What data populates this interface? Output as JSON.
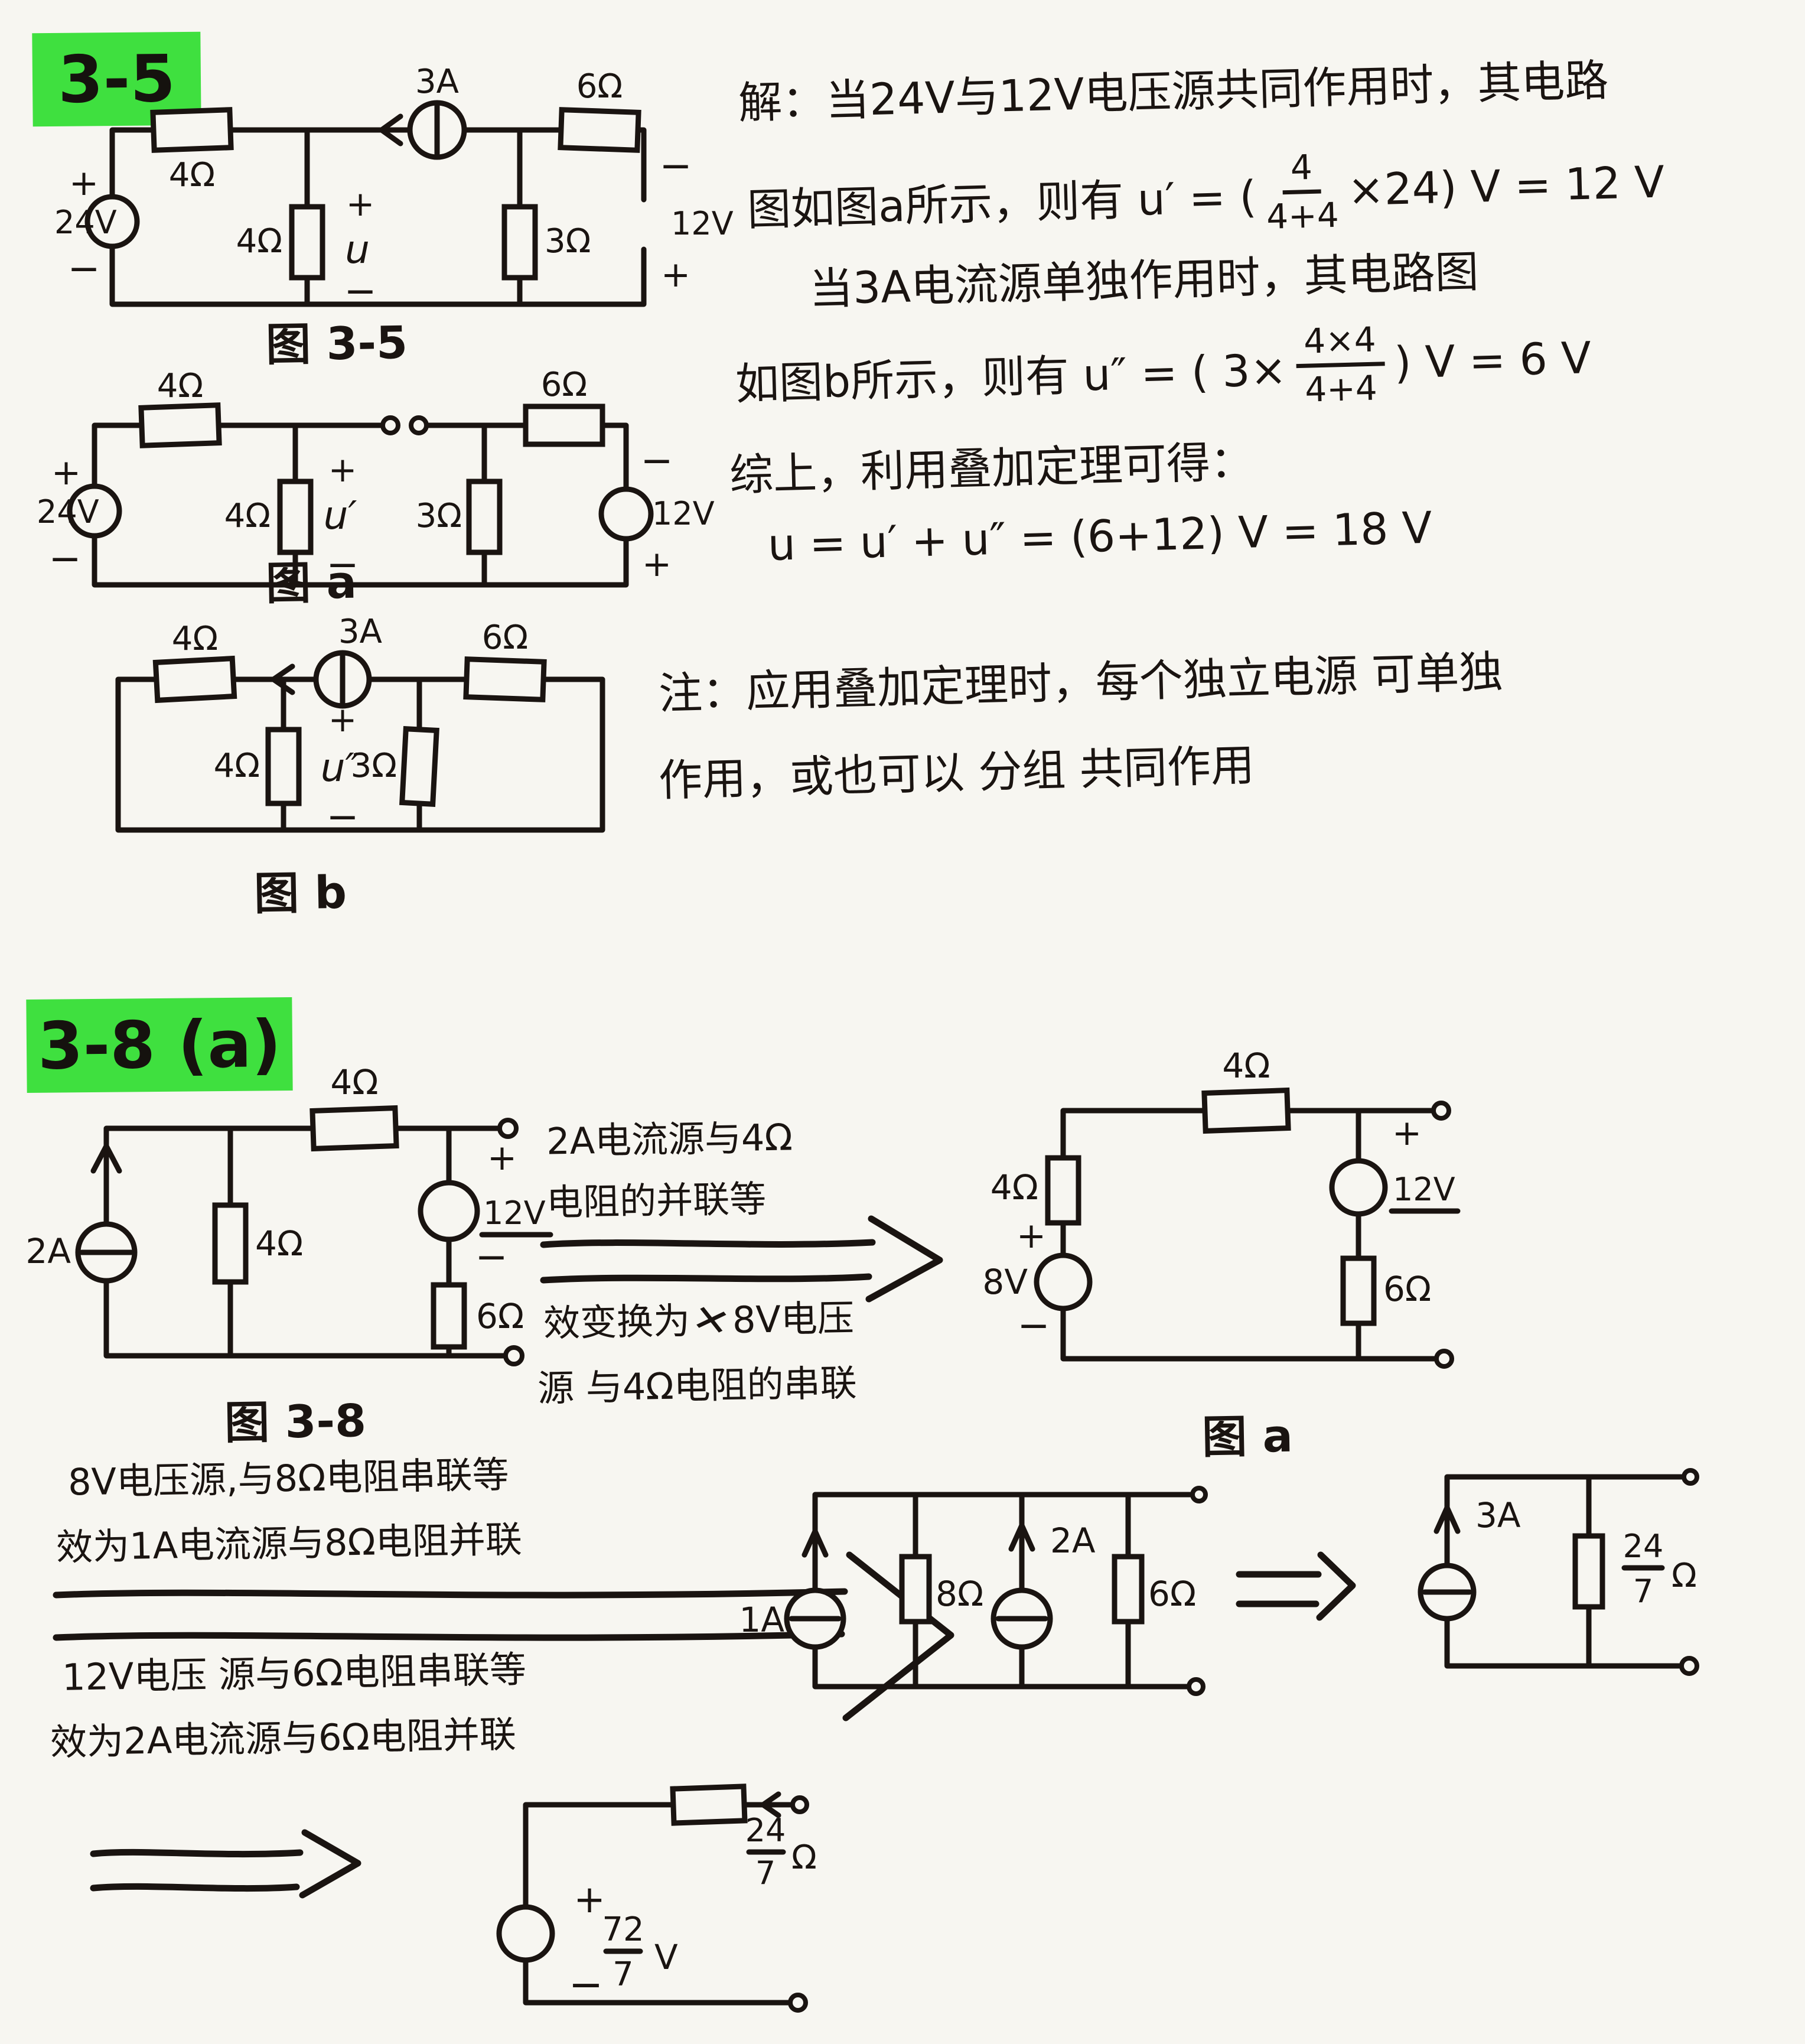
{
  "palette": {
    "ink": "#1a1411",
    "paper": "#f7f6f1",
    "highlight": "#3fe03f"
  },
  "sym": {
    "plus": "+",
    "minus": "−"
  },
  "sec35": {
    "tag": "3-5",
    "fig35": {
      "caption": "图 3-5",
      "v_left": "24V",
      "r_series_left": "4Ω",
      "r_shunt1": "4Ω",
      "u_label": "u",
      "i_source": "3A",
      "r_shunt2": "3Ω",
      "r_series_right": "6Ω",
      "v_right": "12V"
    },
    "figa": {
      "caption": "图 a",
      "v_left": "24V",
      "r_series_left": "4Ω",
      "r_shunt1": "4Ω",
      "u_label": "u′",
      "r_shunt2": "3Ω",
      "r_series_right": "6Ω",
      "v_right": "12V"
    },
    "figb": {
      "caption": "图 b",
      "r_series_left": "4Ω",
      "i_source": "3A",
      "r_series_right": "6Ω",
      "r_shunt1": "4Ω",
      "u_label": "u″",
      "r_shunt2": "3Ω"
    },
    "solution": {
      "line1": "解：当24V与12V电压源共同作用时，其电路",
      "line2_pre": "图如图a所示，则有 u′ = (",
      "frac1_num": "4",
      "frac1_den": "4+4",
      "line2_post": "×24) V = 12 V",
      "line3": "当3A电流源单独作用时，其电路图",
      "line4_pre": "如图b所示，则有 u″ = ( 3×",
      "frac2_num": "4×4",
      "frac2_den": "4+4",
      "line4_post": ") V = 6 V",
      "line5": "综上，利用叠加定理可得：",
      "line6": "u = u′ + u″ = (6+12) V = 18 V"
    },
    "note1": "注：应用叠加定理时，每个独立电源 可单独",
    "note2": "作用，或也可以 分组 共同作用"
  },
  "sec38": {
    "tag": "3-8 (a)",
    "fig38": {
      "caption": "图 3-8",
      "i_source": "2A",
      "r_shunt": "4Ω",
      "r_series": "4Ω",
      "v_source": "12V",
      "r_bottom": "6Ω"
    },
    "arrow1": {
      "top1": "2A电流源与4Ω",
      "top2": "电阻的并联等",
      "bot1_pre": "效变换为",
      "bot1_scratch": "✕",
      "bot1_post": "8V电压",
      "bot2": "源 与4Ω电阻的串联"
    },
    "figa": {
      "caption": "图 a",
      "r_left": "4Ω",
      "v_left": "8V",
      "r_series": "4Ω",
      "v_right": "12V",
      "r_right": "6Ω"
    },
    "arrow2": {
      "line1": "8V电压源,与8Ω电阻串联等",
      "line2": "效为1A电流源与8Ω电阻并联",
      "line3": "12V电压 源与6Ω电阻串联等",
      "line4": "效为2A电流源与6Ω电阻并联"
    },
    "figpar": {
      "i1": "1A",
      "r1": "8Ω",
      "i2": "2A",
      "r2": "6Ω"
    },
    "figth": {
      "i": "3A",
      "r_num": "24",
      "r_den": "7",
      "r_unit": "Ω"
    },
    "figfinal": {
      "v_num": "72",
      "v_den": "7",
      "v_unit": "V",
      "r_num": "24",
      "r_den": "7",
      "r_unit": "Ω"
    }
  }
}
